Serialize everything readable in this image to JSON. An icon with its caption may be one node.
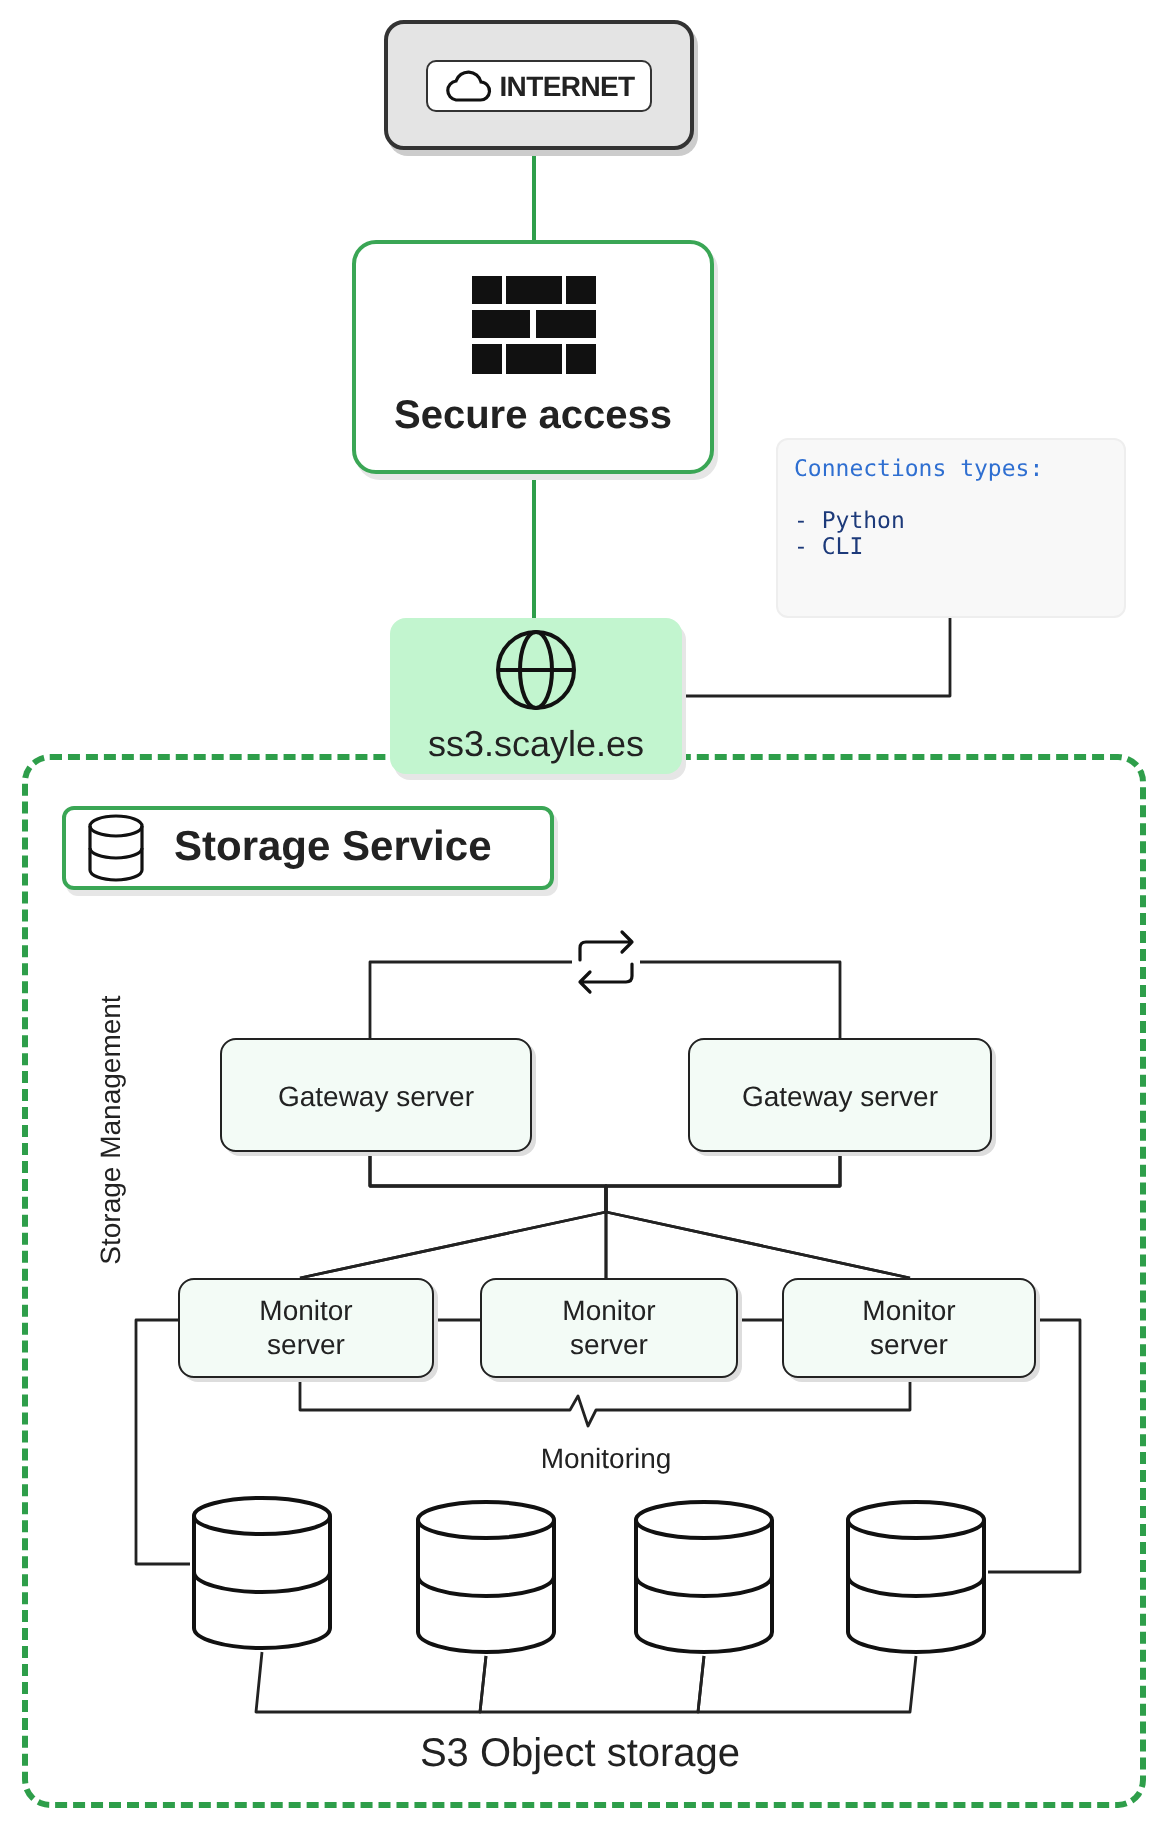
{
  "diagram": {
    "nodes": [
      {
        "text": [
          "INTERNET"
        ]
      },
      {
        "text": [
          "Secure access"
        ]
      },
      {
        "text": [
          "ss3.scayle.es"
        ]
      },
      {
        "text": [
          "Connections types:",
          "- Python",
          "- CLI"
        ]
      },
      {
        "text": [],
        "shape": "box"
      },
      {
        "text": [
          "Storage Service"
        ],
        "in": 4
      },
      {
        "text": [
          "Gateway server"
        ],
        "in": 4
      },
      {
        "text": [
          "Gateway server"
        ],
        "in": 4
      },
      {
        "text": [
          "Monitor server"
        ],
        "in": 4
      },
      {
        "text": [
          "Monitor server"
        ],
        "in": 4
      },
      {
        "text": [
          "Monitor server"
        ],
        "in": 4
      },
      {
        "text": [],
        "shape": "cylinder",
        "in": 4
      },
      {
        "text": [],
        "shape": "cylinder",
        "in": 4
      },
      {
        "text": [],
        "shape": "cylinder",
        "in": 4
      },
      {
        "text": [],
        "shape": "cylinder",
        "in": 4
      }
    ],
    "edges": [
      {
        "from": 0,
        "to": 1,
        "arrow": "none",
        "color": "#2e9e4a"
      },
      {
        "from": 1,
        "to": 2,
        "arrow": "none",
        "color": "#2e9e4a"
      },
      {
        "from": 3,
        "to": 2,
        "arrow": "none"
      },
      {
        "from": 6,
        "to": 7,
        "arrow": "none"
      },
      {
        "from": 6,
        "to": 8,
        "arrow": "none"
      },
      {
        "from": 6,
        "to": 9,
        "arrow": "none"
      },
      {
        "from": 6,
        "to": 10,
        "arrow": "none"
      },
      {
        "from": 7,
        "to": 8,
        "arrow": "none"
      },
      {
        "from": 7,
        "to": 9,
        "arrow": "none"
      },
      {
        "from": 7,
        "to": 10,
        "arrow": "none"
      },
      {
        "from": 8,
        "to": 9,
        "arrow": "none"
      },
      {
        "from": 9,
        "to": 10,
        "arrow": "none"
      },
      {
        "from": 8,
        "to": 10,
        "arrow": "none",
        "label": "Monitoring"
      },
      {
        "from": 8,
        "to": 11,
        "arrow": "none"
      },
      {
        "from": 10,
        "to": 14,
        "arrow": "none"
      },
      {
        "from": 11,
        "to": 12,
        "arrow": "none"
      },
      {
        "from": 12,
        "to": 13,
        "arrow": "none"
      },
      {
        "from": 13,
        "to": 14,
        "arrow": "none"
      }
    ],
    "labels": [
      "Storage Management",
      "S3 Object storage"
    ]
  }
}
